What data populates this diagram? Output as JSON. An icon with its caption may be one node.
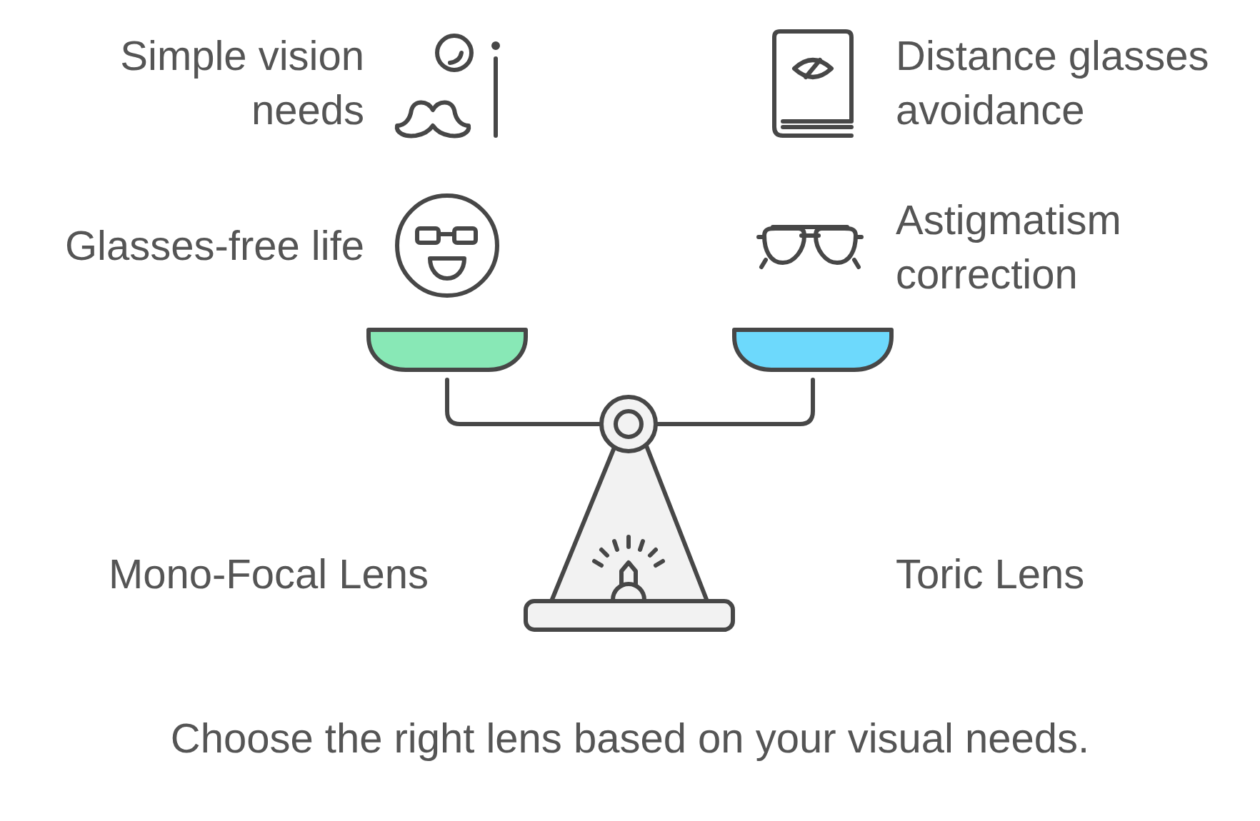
{
  "diagram": {
    "caption": "Choose the right lens based on your visual needs.",
    "labels": [
      "Simple vision needs",
      "Distance glasses avoidance",
      "Glasses-free life",
      "Astigmatism correction",
      "Mono-Focal Lens",
      "Toric Lens"
    ]
  }
}
